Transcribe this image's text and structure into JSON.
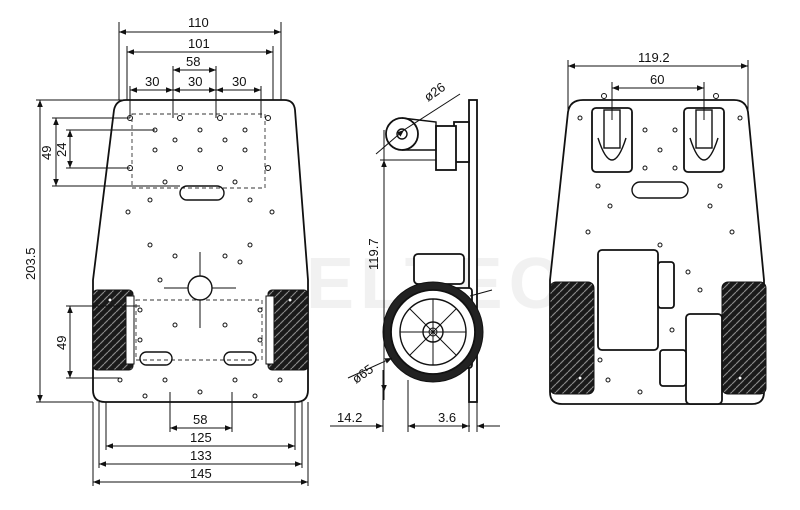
{
  "watermark": "WHEELTEC",
  "front_view": {
    "dim_width_110": "110",
    "dim_width_101": "101",
    "dim_width_58_top": "58",
    "dim_spacing_30_a": "30",
    "dim_spacing_30_b": "30",
    "dim_spacing_30_c": "30",
    "dim_height_49_top": "49",
    "dim_height_24": "24",
    "dim_height_203_5": "203.5",
    "dim_height_49_bottom": "49",
    "dim_width_58_bottom": "58",
    "dim_width_125": "125",
    "dim_width_133": "133",
    "dim_width_145": "145"
  },
  "side_view": {
    "dim_diameter_26": "ø26",
    "dim_height_119_7": "119.7",
    "dim_diameter_65": "ø65",
    "dim_offset_14_2": "14.2",
    "dim_thickness_3_6": "3.6"
  },
  "bottom_view": {
    "dim_width_119_2": "119.2",
    "dim_spacing_60": "60"
  }
}
